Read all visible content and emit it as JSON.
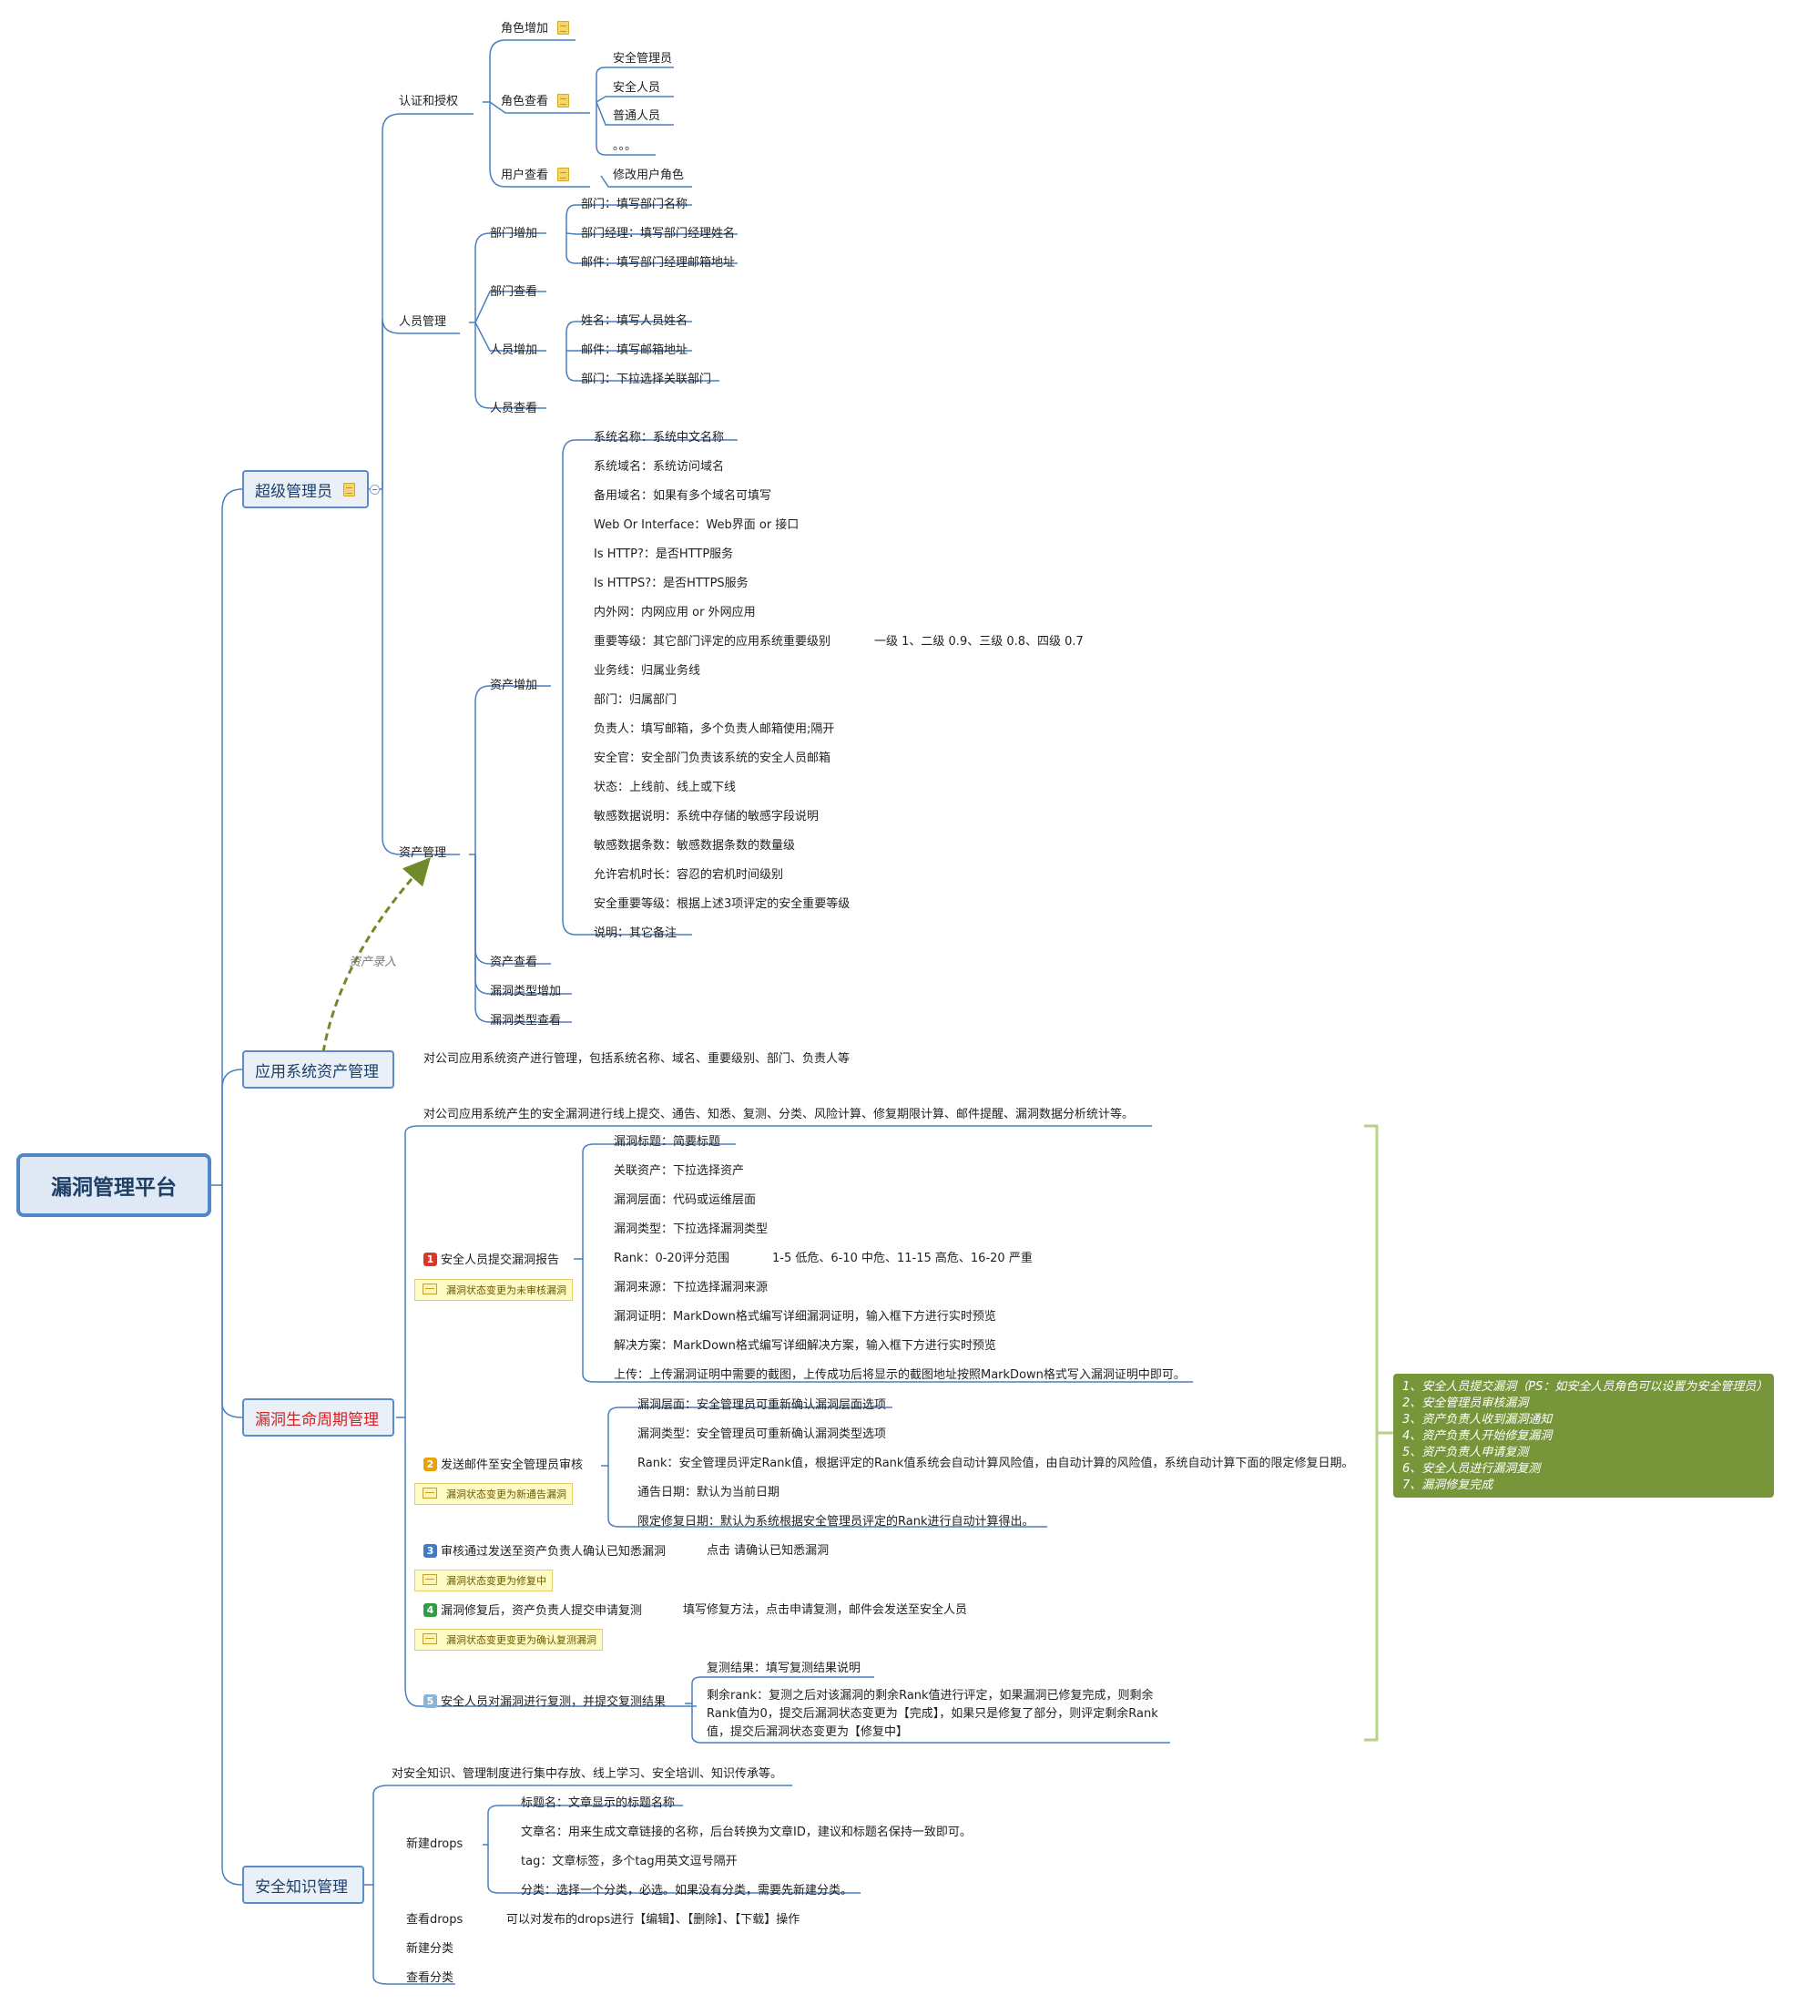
{
  "root": "漏洞管理平台",
  "branches": {
    "super_admin": "超级管理员",
    "asset_mgmt": "应用系统资产管理",
    "lifecycle": "漏洞生命周期管理",
    "knowledge": "安全知识管理"
  },
  "super": {
    "auth": "认证和授权",
    "role_add": "角色增加",
    "role_view": "角色查看",
    "role_items": [
      "安全管理员",
      "安全人员",
      "普通人员",
      "。。。"
    ],
    "user_view": "用户查看",
    "user_view_child": "修改用户角色",
    "people": "人员管理",
    "dept_add": "部门增加",
    "dept_add_items": [
      "部门：填写部门名称",
      "部门经理：填写部门经理姓名",
      "邮件：填写部门经理邮箱地址"
    ],
    "dept_view": "部门查看",
    "person_add": "人员增加",
    "person_add_items": [
      "姓名：填写人员姓名",
      "邮件：填写邮箱地址",
      "部门：下拉选择关联部门"
    ],
    "person_view": "人员查看",
    "assets": "资产管理",
    "asset_add": "资产增加",
    "asset_fields": [
      "系统名称：系统中文名称",
      "系统域名：系统访问域名",
      "备用域名：如果有多个域名可填写",
      "Web Or Interface：Web界面 or 接口",
      "Is HTTP?：是否HTTP服务",
      "Is HTTPS?：是否HTTPS服务",
      "内外网：内网应用 or 外网应用",
      "重要等级：其它部门评定的应用系统重要级别",
      "业务线：归属业务线",
      "部门：归属部门",
      "负责人：填写邮箱，多个负责人邮箱使用;隔开",
      "安全官：安全部门负责该系统的安全人员邮箱",
      "状态：上线前、线上或下线",
      "敏感数据说明：系统中存储的敏感字段说明",
      "敏感数据条数：敏感数据条数的数量级",
      "允许宕机时长：容忍的宕机时间级别",
      "安全重要等级：根据上述3项评定的安全重要等级",
      "说明：其它备注"
    ],
    "importance_levels": "一级 1、二级 0.9、三级 0.8、四级 0.7",
    "asset_view": "资产查看",
    "vtype_add": "漏洞类型增加",
    "vtype_view": "漏洞类型查看"
  },
  "relation_label": "资产录入",
  "asset_mgmt_desc": "对公司应用系统资产进行管理，包括系统名称、域名、重要级别、部门、负责人等",
  "lifecycle": {
    "desc": "对公司应用系统产生的安全漏洞进行线上提交、通告、知悉、复测、分类、风险计算、修复期限计算、邮件提醒、漏洞数据分析统计等。",
    "step1": {
      "label": "安全人员提交漏洞报告",
      "note": "漏洞状态变更为未审核漏洞",
      "items": [
        "漏洞标题：简要标题",
        "关联资产：下拉选择资产",
        "漏洞层面：代码或运维层面",
        "漏洞类型：下拉选择漏洞类型",
        "Rank：0-20评分范围",
        "漏洞来源：下拉选择漏洞来源",
        "漏洞证明：MarkDown格式编写详细漏洞证明，输入框下方进行实时预览",
        "解决方案：MarkDown格式编写详细解决方案，输入框下方进行实时预览",
        "上传：上传漏洞证明中需要的截图，上传成功后将显示的截图地址按照MarkDown格式写入漏洞证明中即可。"
      ],
      "rank_detail": "1-5 低危、6-10 中危、11-15 高危、16-20 严重"
    },
    "step2": {
      "label": "发送邮件至安全管理员审核",
      "note": "漏洞状态变更为新通告漏洞",
      "items": [
        "漏洞层面：安全管理员可重新确认漏洞层面选项",
        "漏洞类型：安全管理员可重新确认漏洞类型选项",
        "Rank：安全管理员评定Rank值，根据评定的Rank值系统会自动计算风险值，由自动计算的风险值，系统自动计算下面的限定修复日期。",
        "通告日期：默认为当前日期",
        "限定修复日期：默认为系统根据安全管理员评定的Rank进行自动计算得出。"
      ]
    },
    "step3": {
      "label": "审核通过发送至资产负责人确认已知悉漏洞",
      "note": "漏洞状态变更为修复中",
      "child": "点击 请确认已知悉漏洞"
    },
    "step4": {
      "label": "漏洞修复后，资产负责人提交申请复测",
      "note": "漏洞状态变更变更为确认复测漏洞",
      "child": "填写修复方法，点击申请复测，邮件会发送至安全人员"
    },
    "step5": {
      "label": "安全人员对漏洞进行复测，并提交复测结果",
      "items": [
        "复测结果：填写复测结果说明",
        "剩余rank：复测之后对该漏洞的剩余Rank值进行评定，如果漏洞已修复完成，则剩余Rank值为0，提交后漏洞状态变更为【完成】，如果只是修复了部分，则评定剩余Rank值，提交后漏洞状态变更为【修复中】"
      ]
    },
    "summary": [
      "1、安全人员提交漏洞（PS：如安全人员角色可以设置为安全管理员）",
      "2、安全管理员审核漏洞",
      "3、资产负责人收到漏洞通知",
      "4、资产负责人开始修复漏洞",
      "5、资产负责人申请复测",
      "6、安全人员进行漏洞复测",
      "7、漏洞修复完成"
    ]
  },
  "knowledge": {
    "desc": "对安全知识、管理制度进行集中存放、线上学习、安全培训、知识传承等。",
    "new_drops": "新建drops",
    "new_drops_items": [
      "标题名：文章显示的标题名称",
      "文章名：用来生成文章链接的名称，后台转换为文章ID，建议和标题名保持一致即可。",
      "tag：文章标签，多个tag用英文逗号隔开",
      "分类：选择一个分类，必选。如果没有分类，需要先新建分类。"
    ],
    "view_drops": "查看drops",
    "view_drops_child": "可以对发布的drops进行【编辑】、【删除】、【下载】操作",
    "new_cat": "新建分类",
    "view_cat": "查看分类"
  },
  "colors": {
    "line": "#4a7fc1",
    "box_border": "#5b8cc8",
    "box_fill": "#e9f0f8",
    "red_text": "#d62020",
    "summary_fill": "#77963a",
    "bracket": "#b9d08a",
    "dashed_arrow": "#6f8a2a",
    "badge1": "#d9382b",
    "badge2": "#e8a20c",
    "badge3": "#3d7cc9",
    "badge4": "#2f9e44",
    "badge5": "#8ab4d6"
  }
}
